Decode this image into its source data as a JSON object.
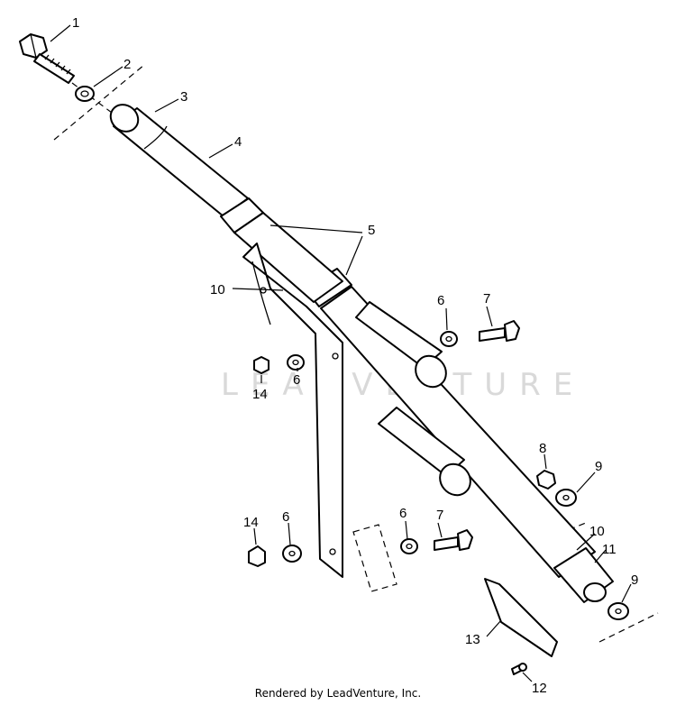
{
  "watermark": "LEADVENTURE",
  "footer": "Rendered by LeadVenture, Inc.",
  "callouts": {
    "c1": "1",
    "c2": "2",
    "c3": "3",
    "c4": "4",
    "c5": "5",
    "c6a": "6",
    "c6b": "6",
    "c6c": "6",
    "c6d": "6",
    "c7a": "7",
    "c7b": "7",
    "c8": "8",
    "c9a": "9",
    "c9b": "9",
    "c10a": "10",
    "c10b": "10",
    "c11": "11",
    "c12": "12",
    "c13": "13",
    "c14a": "14",
    "c14b": "14"
  }
}
